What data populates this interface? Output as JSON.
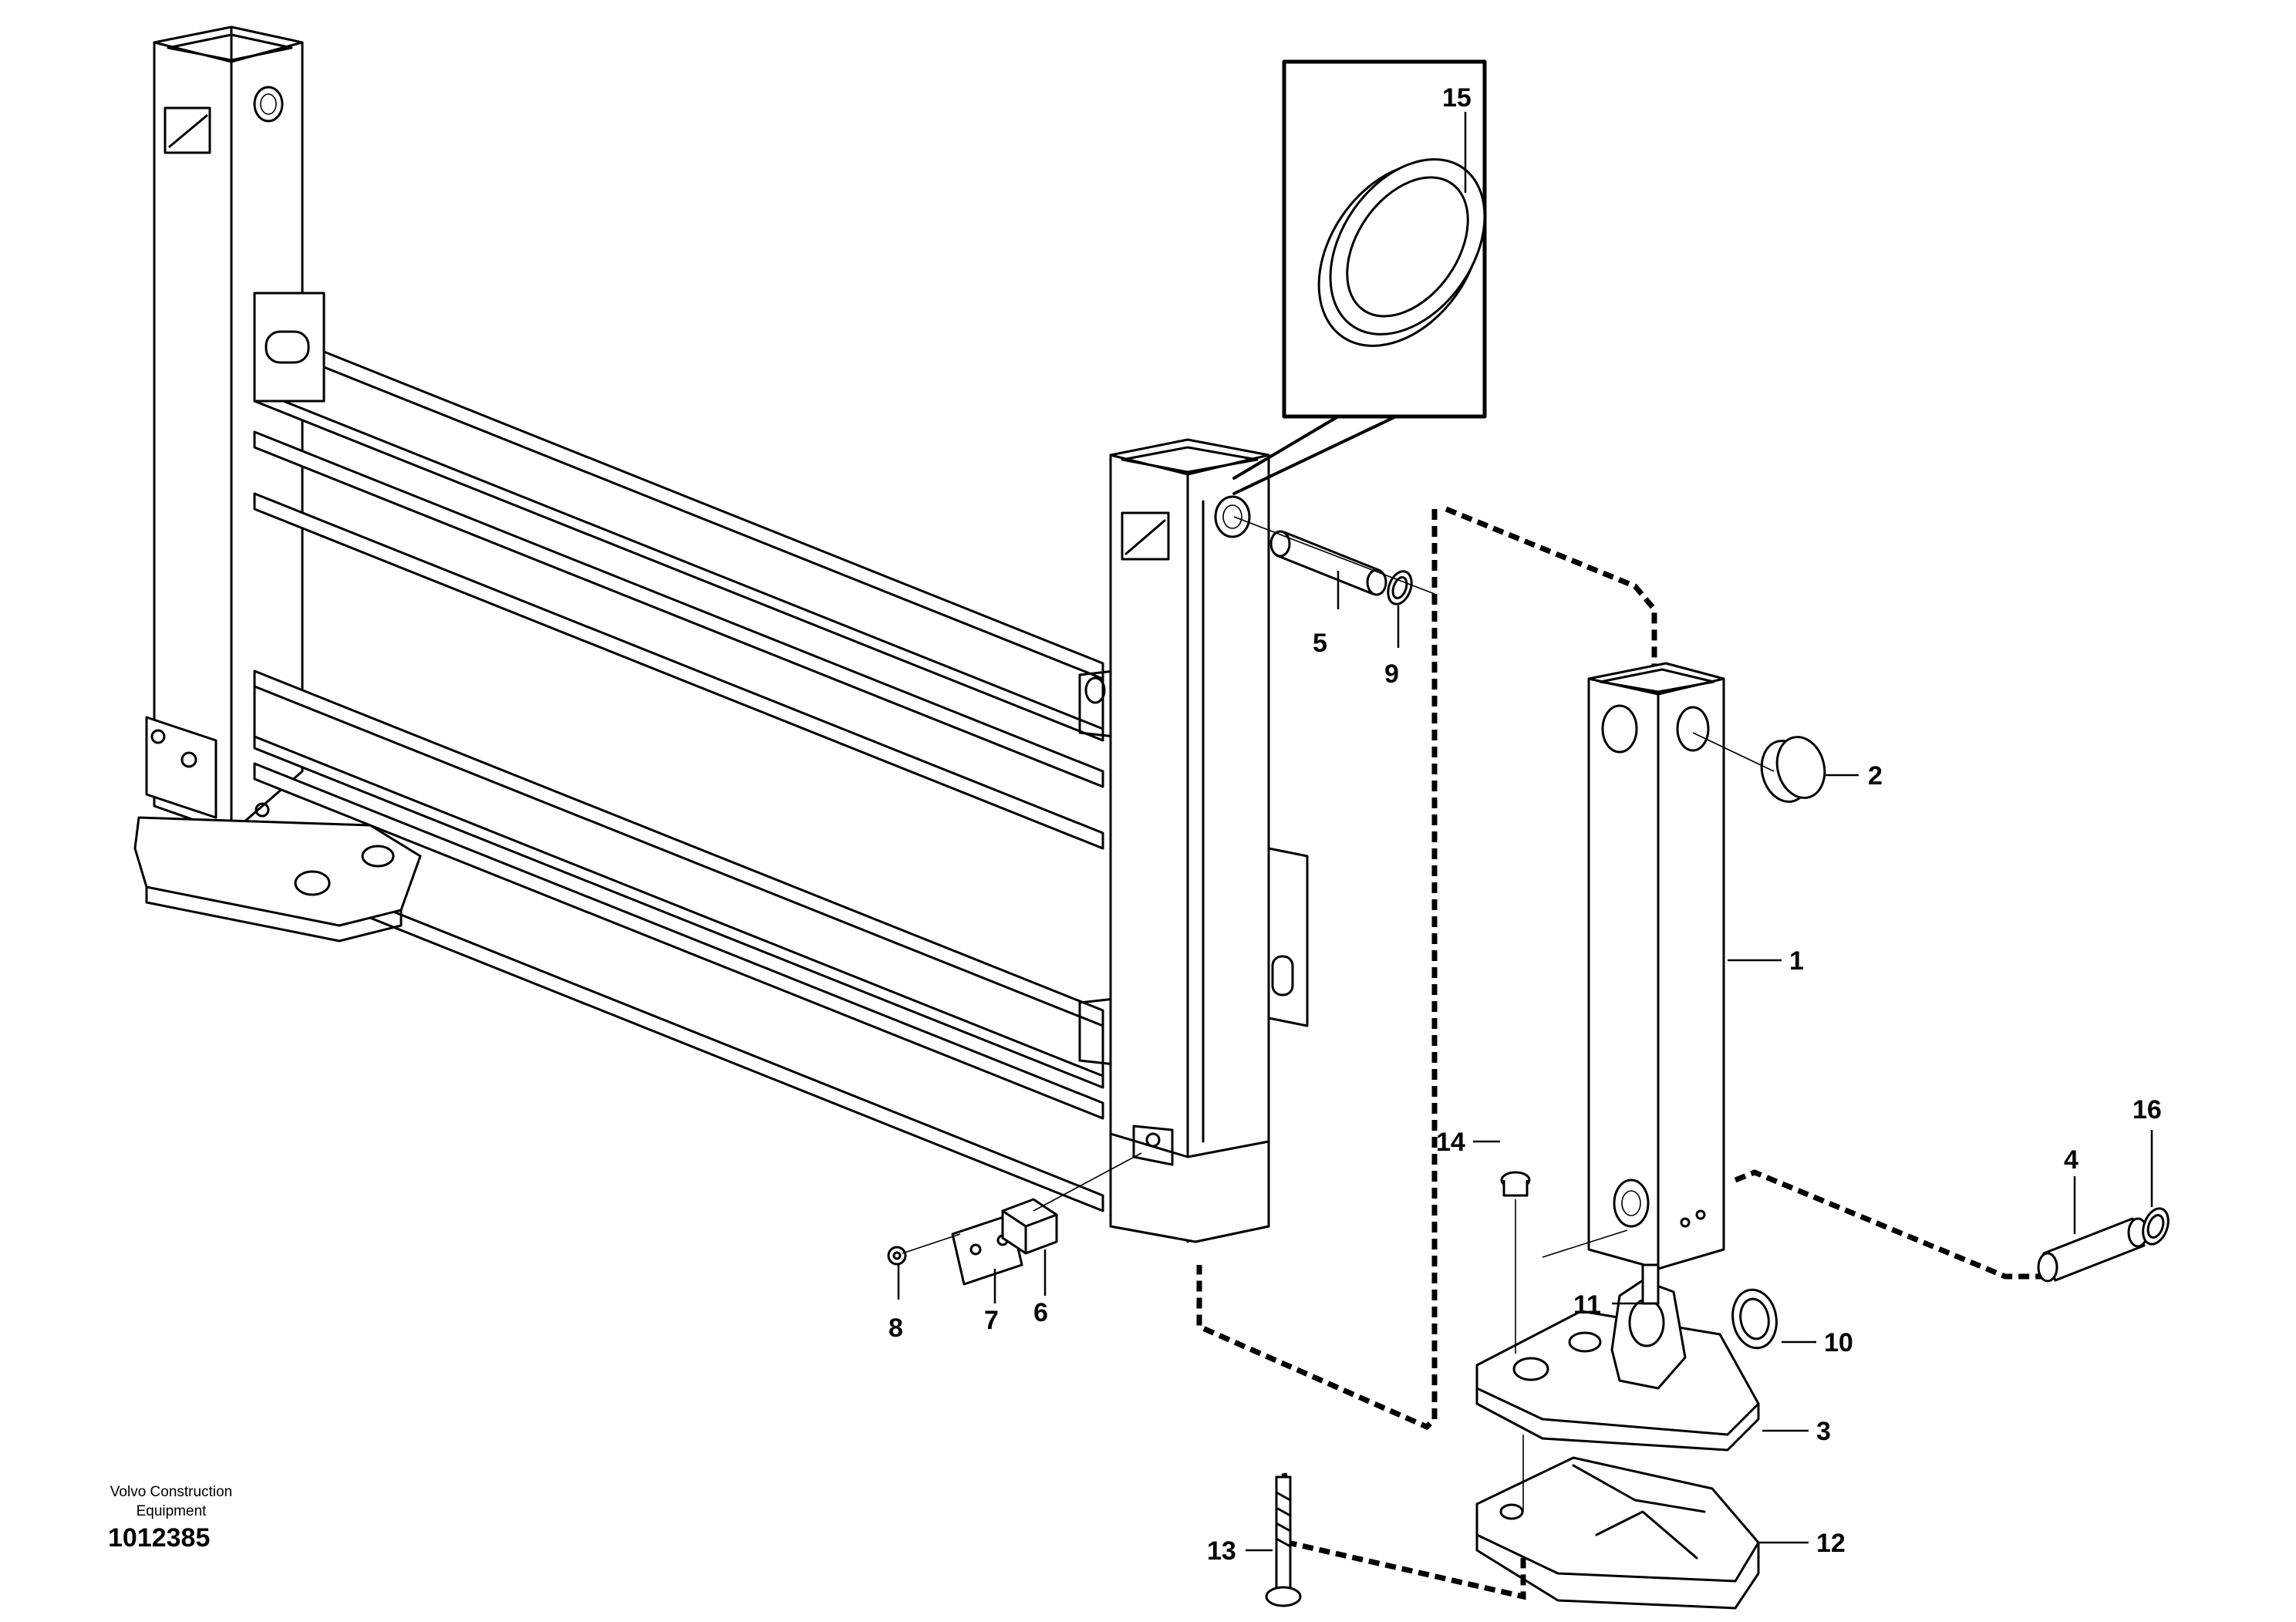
{
  "diagram": {
    "parts": [
      {
        "id": "part-1",
        "label": "1"
      },
      {
        "id": "part-2",
        "label": "2"
      },
      {
        "id": "part-3",
        "label": "3"
      },
      {
        "id": "part-4",
        "label": "4"
      },
      {
        "id": "part-5",
        "label": "5"
      },
      {
        "id": "part-6",
        "label": "6"
      },
      {
        "id": "part-7",
        "label": "7"
      },
      {
        "id": "part-8",
        "label": "8"
      },
      {
        "id": "part-9",
        "label": "9"
      },
      {
        "id": "part-10",
        "label": "10"
      },
      {
        "id": "part-11",
        "label": "11"
      },
      {
        "id": "part-12",
        "label": "12"
      },
      {
        "id": "part-13",
        "label": "13"
      },
      {
        "id": "part-14",
        "label": "14"
      },
      {
        "id": "part-15",
        "label": "15"
      },
      {
        "id": "part-16",
        "label": "16"
      }
    ]
  },
  "footer": {
    "company_line1": "Volvo Construction",
    "company_line2": "Equipment",
    "drawing_number": "1012385"
  }
}
